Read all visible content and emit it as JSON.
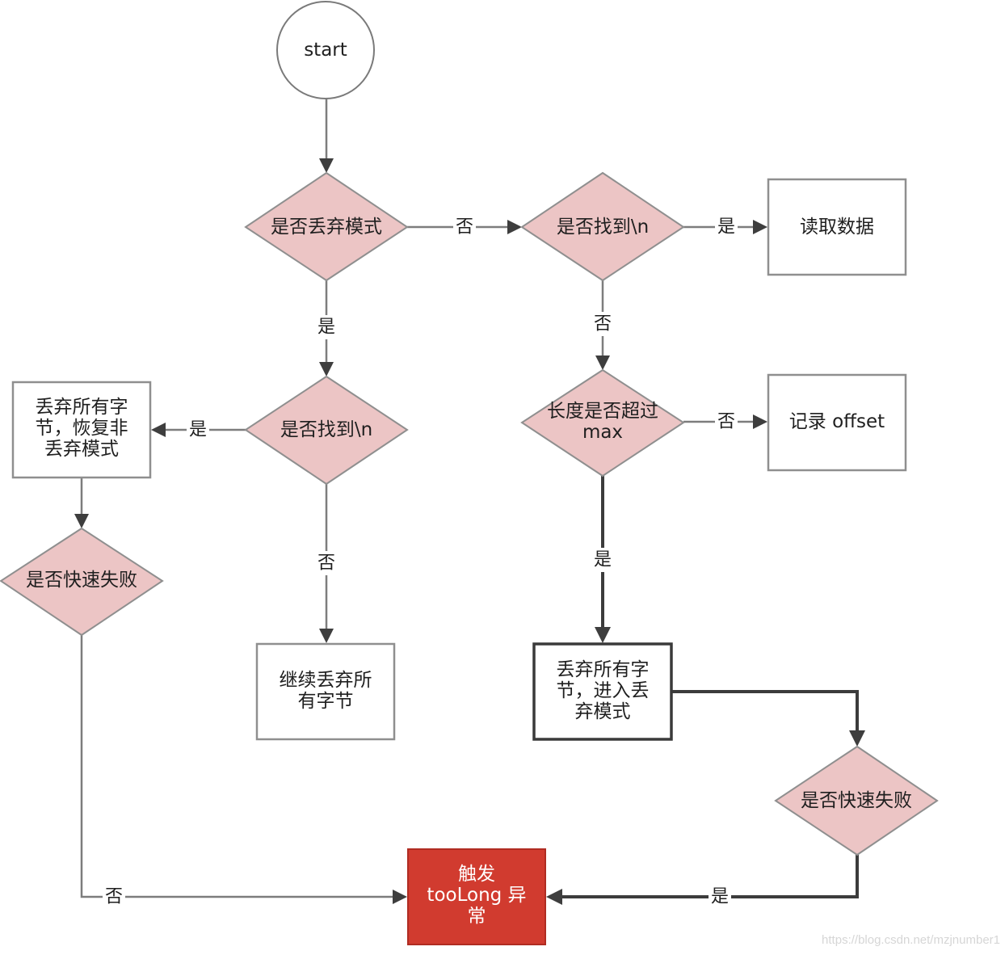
{
  "nodes": {
    "start": {
      "lines": [
        "start"
      ]
    },
    "discard_mode_check": {
      "lines": [
        "是否丢弃模式"
      ]
    },
    "find_newline_check_right": {
      "lines": [
        "是否找到\\n"
      ]
    },
    "read_data": {
      "lines": [
        "读取数据"
      ]
    },
    "find_newline_check_left": {
      "lines": [
        "是否找到\\n"
      ]
    },
    "discard_all_restore": {
      "lines": [
        "丢弃所有字",
        "节，恢复非",
        "丢弃模式"
      ]
    },
    "length_exceeds_max": {
      "lines": [
        "长度是否超过",
        "max"
      ]
    },
    "record_offset": {
      "lines": [
        "记录 offset"
      ]
    },
    "fail_fast_check_left": {
      "lines": [
        "是否快速失败"
      ]
    },
    "continue_discard": {
      "lines": [
        "继续丢弃所",
        "有字节"
      ]
    },
    "discard_all_enter": {
      "lines": [
        "丢弃所有字",
        "节，进入丢",
        "弃模式"
      ]
    },
    "fail_fast_check_right": {
      "lines": [
        "是否快速失败"
      ]
    },
    "trigger_toolong": {
      "lines": [
        "触发",
        "tooLong 异",
        "常"
      ]
    }
  },
  "edge_labels": {
    "discard_mode_no": "否",
    "find_newline_right_yes": "是",
    "discard_mode_yes": "是",
    "find_newline_right_no": "否",
    "find_newline_left_yes": "是",
    "length_max_no": "否",
    "find_newline_left_no": "否",
    "length_max_yes": "是",
    "fail_fast_left_no": "否",
    "fail_fast_right_yes": "是"
  },
  "watermark": "https://blog.csdn.net/mzjnumber1"
}
